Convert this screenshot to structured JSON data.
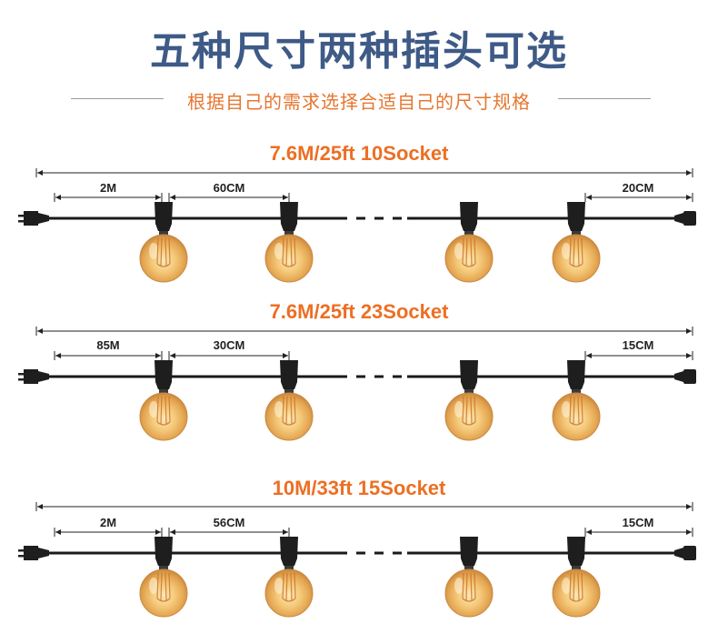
{
  "header": {
    "title": "五种尺寸两种插头可选",
    "subtitle": "根据自己的需求选择合适自己的尺寸规格"
  },
  "colors": {
    "title": "#3e5a86",
    "accent": "#ec6f24",
    "cable": "#1a1a1a"
  },
  "variants": [
    {
      "title": "7.6M/25ft 10Socket",
      "lead_length": "2M",
      "spacing": "60CM",
      "tail_length": "20CM"
    },
    {
      "title": "7.6M/25ft 23Socket",
      "lead_length": "85M",
      "spacing": "30CM",
      "tail_length": "15CM"
    },
    {
      "title": "10M/33ft 15Socket",
      "lead_length": "2M",
      "spacing": "56CM",
      "tail_length": "15CM"
    }
  ]
}
